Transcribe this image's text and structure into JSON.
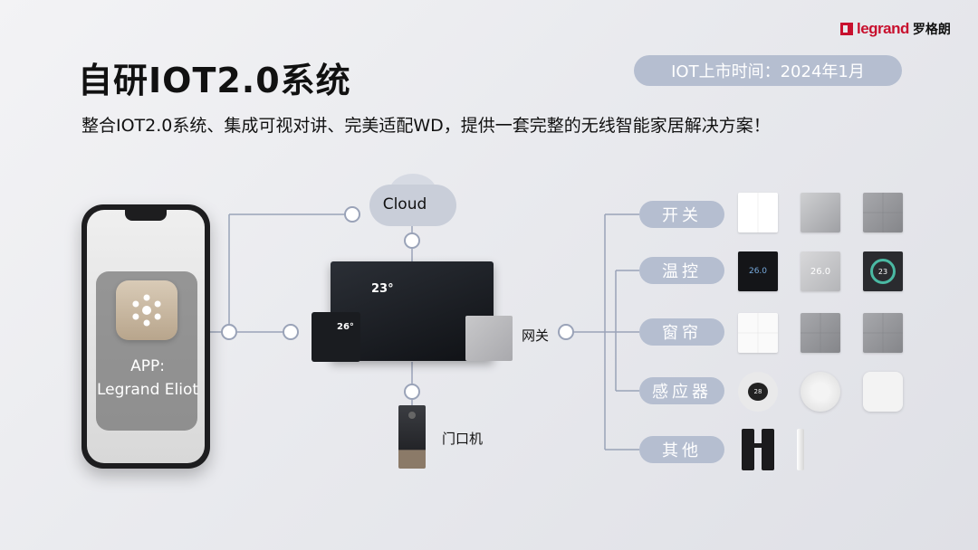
{
  "brand": {
    "word": "legrand",
    "cn": "罗格朗",
    "color": "#c8102e"
  },
  "title": "自研IOT2.0系统",
  "launch_badge": "IOT上市时间：2024年1月",
  "subtitle": "整合IOT2.0系统、集成可视对讲、完美适配WD，提供一套完整的无线智能家居解决方案！",
  "app": {
    "caption_line1": "APP:",
    "caption_line2": "Legrand Eliot",
    "icon": "hub-icon"
  },
  "cloud": {
    "label": "Cloud"
  },
  "gateway": {
    "label": "网关",
    "screen_temp": "23°",
    "small_screen_temp": "26°"
  },
  "door_station": {
    "label": "门口机"
  },
  "categories": [
    {
      "label": "开关"
    },
    {
      "label": "温控"
    },
    {
      "label": "窗帘"
    },
    {
      "label": "感应器"
    },
    {
      "label": "其他"
    }
  ],
  "thermostat_readouts": {
    "lcd": "26.0",
    "silver": "26.0",
    "ring": "23"
  },
  "sensor_readout": "28",
  "colors": {
    "pill": "#b5bed0",
    "line": "#9aa3b8",
    "accent": "#4ab9a3"
  }
}
